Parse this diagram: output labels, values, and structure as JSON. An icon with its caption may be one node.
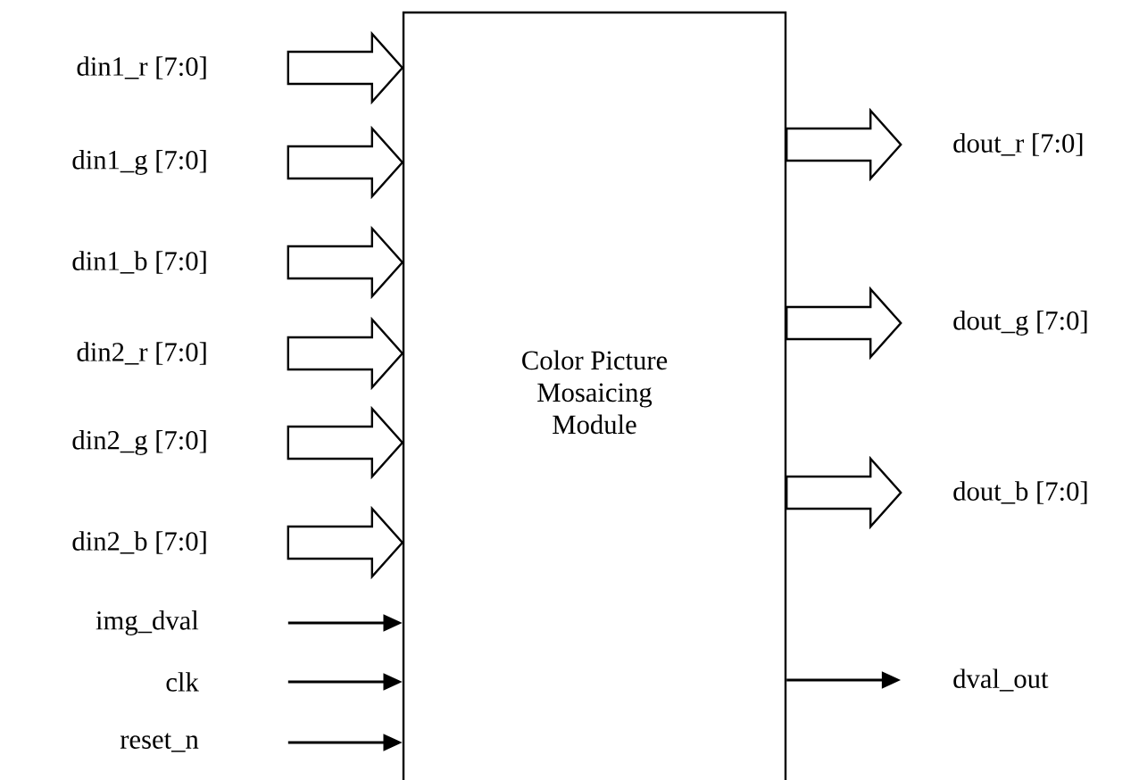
{
  "diagram": {
    "nodes": [
      {
        "text": [
          "Color Picture Mosaicing Module"
        ]
      },
      {
        "text": [
          "din1_r [7:0]"
        ]
      },
      {
        "text": [
          "din1_g [7:0]"
        ]
      },
      {
        "text": [
          "din1_b [7:0]"
        ]
      },
      {
        "text": [
          "din2_r [7:0]"
        ]
      },
      {
        "text": [
          "din2_g [7:0]"
        ]
      },
      {
        "text": [
          "din2_b [7:0]"
        ]
      },
      {
        "text": [
          "img_dval"
        ]
      },
      {
        "text": [
          "clk"
        ]
      },
      {
        "text": [
          "reset_n"
        ]
      },
      {
        "text": [
          "dout_r [7:0]"
        ]
      },
      {
        "text": [
          "dout_g [7:0]"
        ]
      },
      {
        "text": [
          "dout_b [7:0]"
        ]
      },
      {
        "text": [
          "dval_out"
        ]
      }
    ],
    "edges": [
      {
        "from": 1,
        "to": 0,
        "arrow": "to",
        "style": "thick"
      },
      {
        "from": 2,
        "to": 0,
        "arrow": "to",
        "style": "thick"
      },
      {
        "from": 3,
        "to": 0,
        "arrow": "to",
        "style": "thick"
      },
      {
        "from": 4,
        "to": 0,
        "arrow": "to",
        "style": "thick"
      },
      {
        "from": 5,
        "to": 0,
        "arrow": "to",
        "style": "thick"
      },
      {
        "from": 6,
        "to": 0,
        "arrow": "to",
        "style": "thick"
      },
      {
        "from": 7,
        "to": 0,
        "arrow": "to"
      },
      {
        "from": 8,
        "to": 0,
        "arrow": "to"
      },
      {
        "from": 9,
        "to": 0,
        "arrow": "to"
      },
      {
        "from": 0,
        "to": 10,
        "arrow": "to",
        "style": "thick"
      },
      {
        "from": 0,
        "to": 11,
        "arrow": "to",
        "style": "thick"
      },
      {
        "from": 0,
        "to": 12,
        "arrow": "to",
        "style": "thick"
      },
      {
        "from": 0,
        "to": 13,
        "arrow": "to"
      }
    ]
  }
}
